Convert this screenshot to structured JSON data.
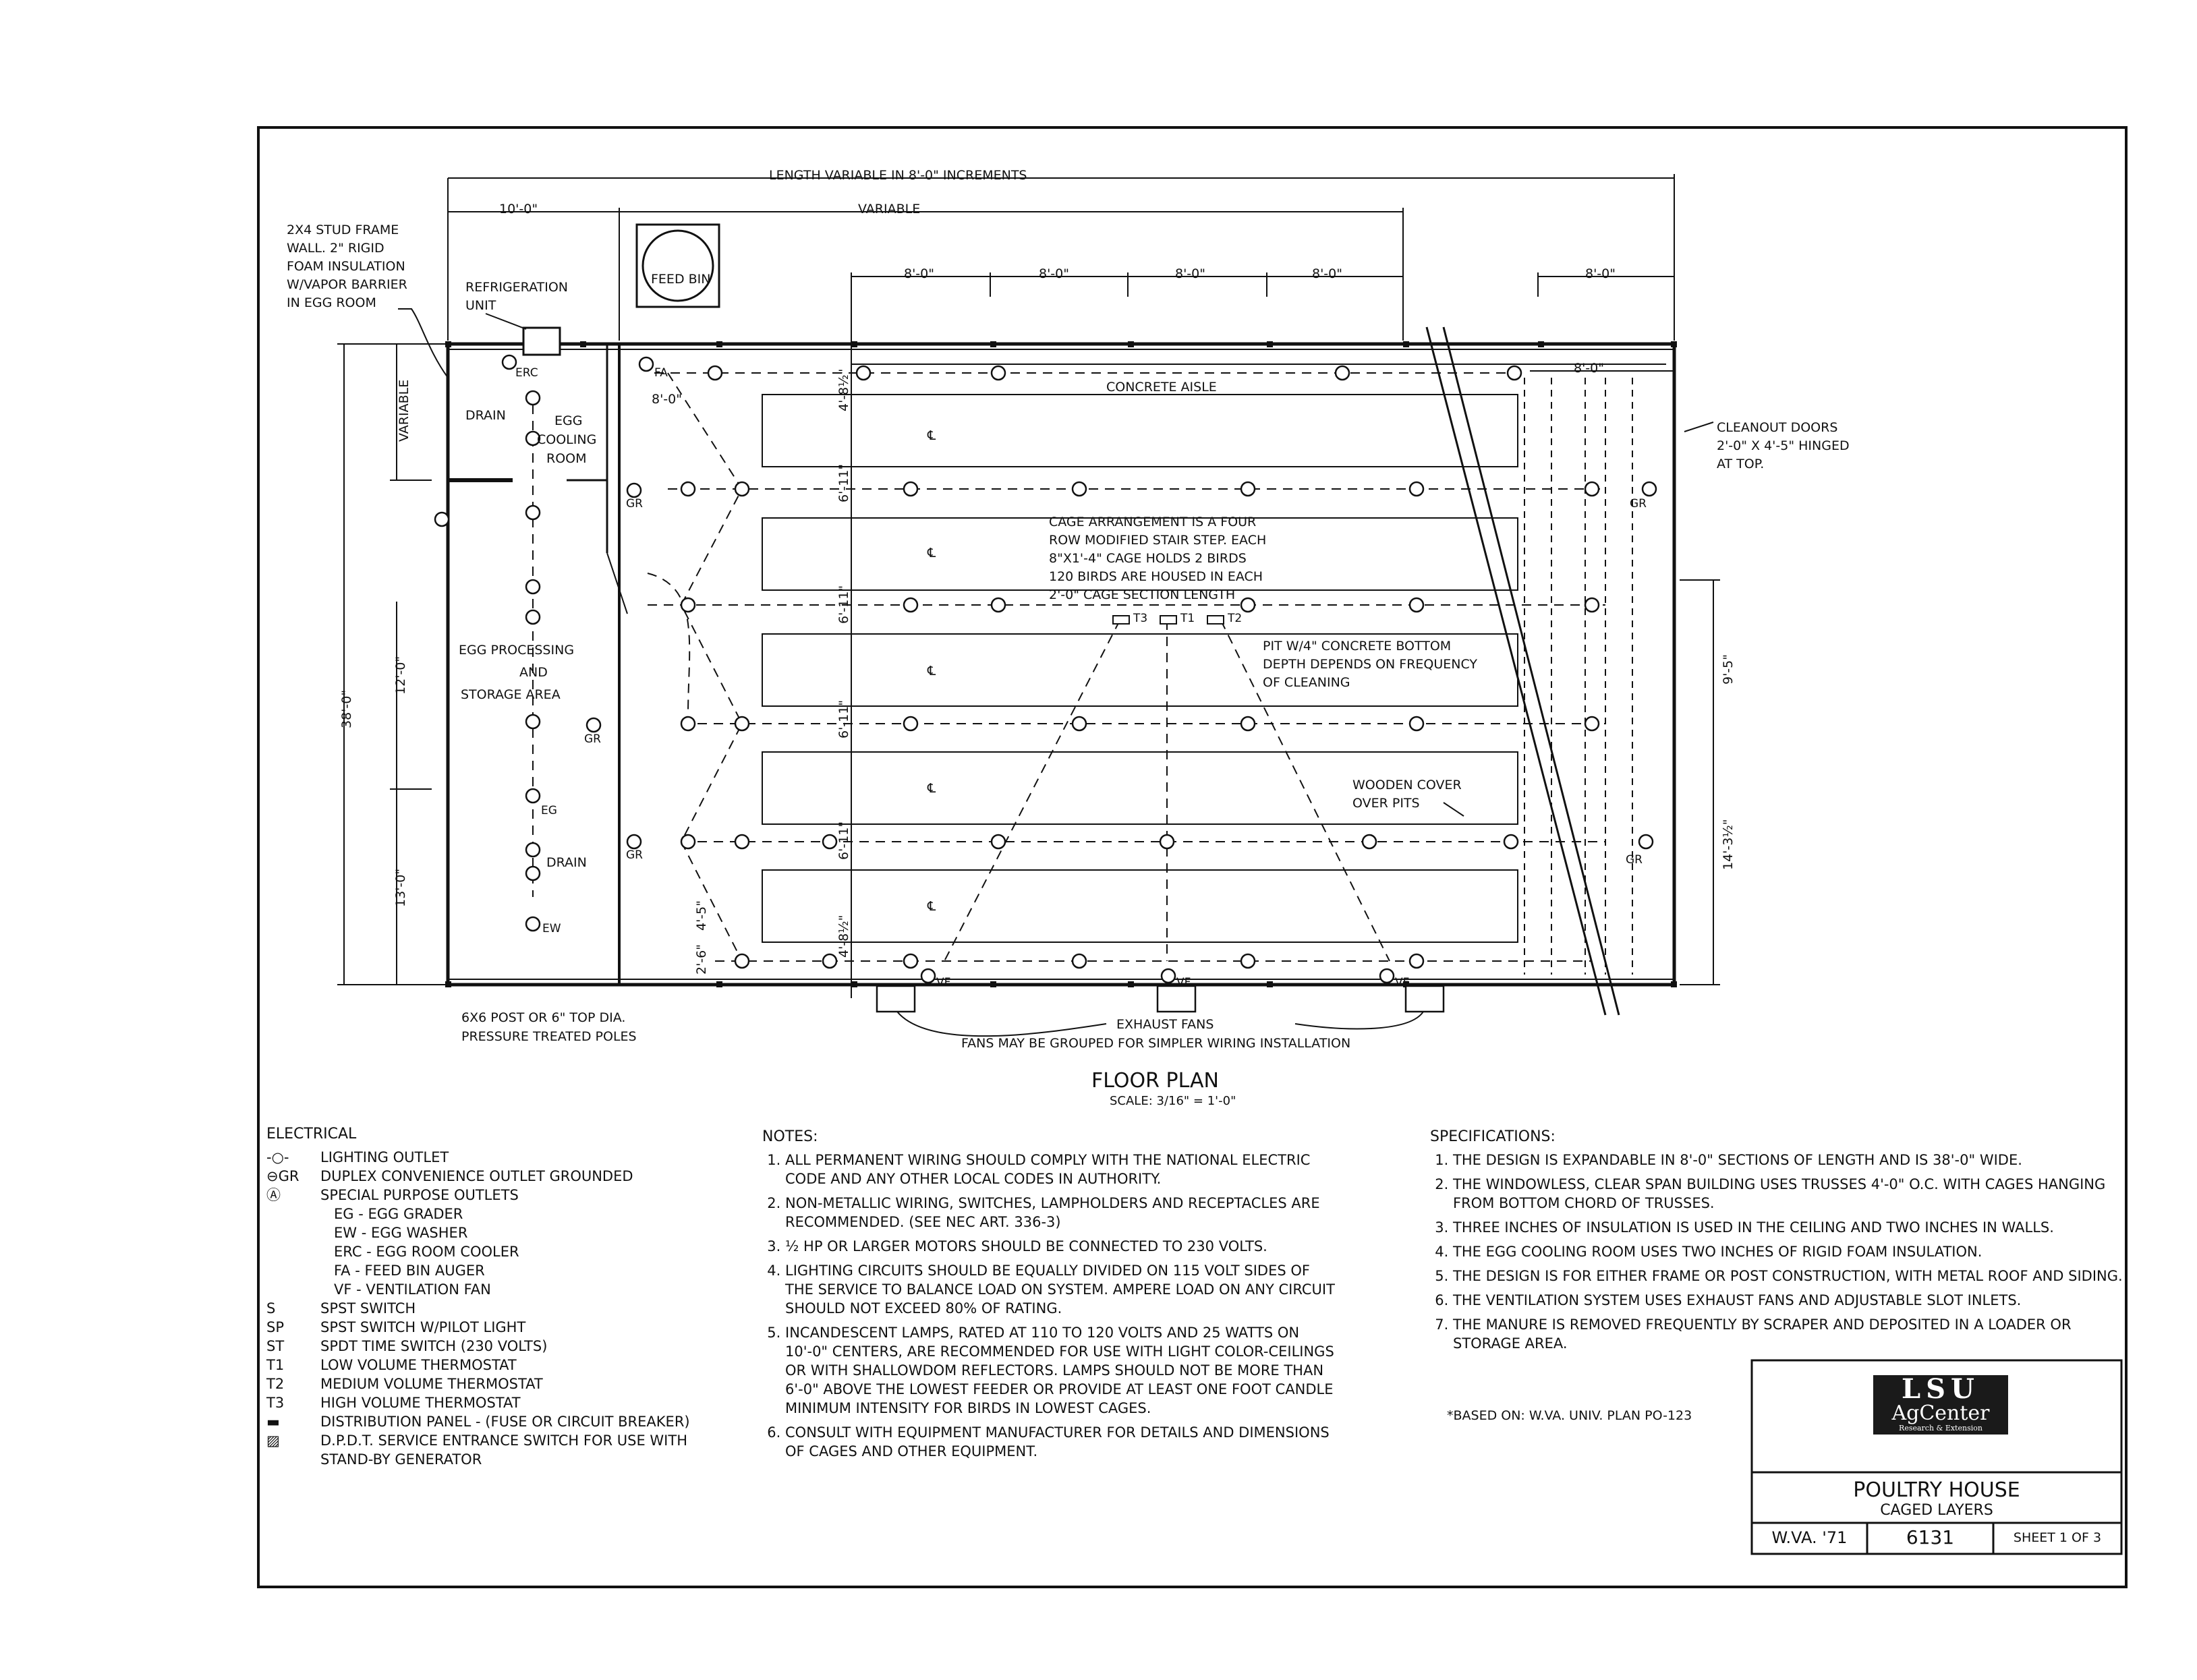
{
  "colors": {
    "ink": "#111111",
    "paper": "#ffffff"
  },
  "plan": {
    "dim_length": "LENGTH VARIABLE IN 8'-0\" INCREMENTS",
    "dim_10": "10'-0\"",
    "dim_variable": "VARIABLE",
    "dim_8": "8'-0\"",
    "dim_8b": "8'-0\"",
    "dim_variable_v": "VARIABLE",
    "dim_38": "38'-0\"",
    "dim_12": "12'-0\"",
    "dim_13": "13'-0\"",
    "dim_4_8": "4'-8½\"",
    "dim_6_11": "6'-11\"",
    "dim_4_5": "4'-5\"",
    "dim_2_6": "2'-6\"",
    "dim_9_5": "9'-5\"",
    "dim_14_3": "14'-3½\"",
    "wall_note": [
      "2x4 STUD FRAME",
      "WALL. 2\" RIGID",
      "FOAM INSULATION",
      "W/VAPOR BARRIER",
      "IN EGG ROOM"
    ],
    "refrigeration": [
      "REFRIGERATION",
      "UNIT"
    ],
    "feed_bin": "FEED BIN",
    "erc": "ERC",
    "fa": "FA",
    "drain": "DRAIN",
    "egg_cooling": [
      "EGG",
      "COOLING",
      "ROOM"
    ],
    "egg_processing": [
      "EGG PROCESSING",
      "AND",
      "STORAGE AREA"
    ],
    "gr": "GR",
    "eg": "EG",
    "ew": "EW",
    "vf": "VF",
    "cl": "℄",
    "concrete_aisle": "CONCRETE AISLE",
    "cage_note": [
      "CAGE ARRANGEMENT IS A FOUR",
      "ROW MODIFIED STAIR STEP. EACH",
      "8\"x1'-4\" CAGE HOLDS 2 BIRDS",
      "120 BIRDS ARE HOUSED IN EACH",
      "2'-0\" CAGE SECTION LENGTH"
    ],
    "t1": "T1",
    "t2": "T2",
    "t3": "T3",
    "pit_note": [
      "PIT W/4\" CONCRETE BOTTOM",
      "DEPTH DEPENDS ON FREQUENCY",
      "OF CLEANING"
    ],
    "wooden_cover": [
      "WOODEN COVER",
      "OVER PITS"
    ],
    "cleanout": [
      "CLEANOUT DOORS",
      "2'-0\" x 4'-5\" HINGED",
      "AT TOP."
    ],
    "post_note": [
      "6x6 POST OR 6\" TOP DIA.",
      "PRESSURE TREATED POLES"
    ],
    "exhaust": "EXHAUST FANS",
    "fans_grouped": "FANS MAY BE GROUPED FOR SIMPLER WIRING INSTALLATION",
    "floor_plan": "FLOOR PLAN",
    "scale": "SCALE: 3/16\" = 1'-0\""
  },
  "electrical": {
    "heading": "ELECTRICAL",
    "rows": [
      {
        "sym": "-○-",
        "text": "LIGHTING OUTLET",
        "sub": false
      },
      {
        "sym": "⊖GR",
        "text": "DUPLEX CONVENIENCE OUTLET GROUNDED",
        "sub": false
      },
      {
        "sym": "Ⓐ",
        "text": "SPECIAL PURPOSE OUTLETS",
        "sub": false
      },
      {
        "sym": "",
        "text": "EG - EGG GRADER",
        "sub": true
      },
      {
        "sym": "",
        "text": "EW - EGG WASHER",
        "sub": true
      },
      {
        "sym": "",
        "text": "ERC - EGG ROOM COOLER",
        "sub": true
      },
      {
        "sym": "",
        "text": "FA - FEED BIN AUGER",
        "sub": true
      },
      {
        "sym": "",
        "text": "VF - VENTILATION FAN",
        "sub": true
      },
      {
        "sym": "S",
        "text": "SPST SWITCH",
        "sub": false
      },
      {
        "sym": "Sp",
        "text": "SPST SWITCH W/PILOT LIGHT",
        "sub": false
      },
      {
        "sym": "ST",
        "text": "SPDT TIME SWITCH (230 VOLTS)",
        "sub": false
      },
      {
        "sym": "T1",
        "text": "LOW VOLUME THERMOSTAT",
        "sub": false
      },
      {
        "sym": "T2",
        "text": "MEDIUM VOLUME THERMOSTAT",
        "sub": false
      },
      {
        "sym": "T3",
        "text": "HIGH VOLUME THERMOSTAT",
        "sub": false
      },
      {
        "sym": "▬",
        "text": "DISTRIBUTION PANEL - (FUSE OR CIRCUIT BREAKER)",
        "sub": false
      },
      {
        "sym": "▨",
        "text": "D.P.D.T. SERVICE ENTRANCE SWITCH FOR USE WITH STAND-BY GENERATOR",
        "sub": false
      }
    ]
  },
  "notes": {
    "heading": "NOTES:",
    "items": [
      "ALL PERMANENT WIRING SHOULD COMPLY WITH THE NATIONAL ELECTRIC CODE AND ANY OTHER LOCAL CODES IN AUTHORITY.",
      "NON-METALLIC WIRING, SWITCHES, LAMPHOLDERS AND RECEPTACLES ARE RECOMMENDED. (SEE NEC ART. 336-3)",
      "½ HP OR LARGER MOTORS SHOULD BE CONNECTED TO 230 VOLTS.",
      "LIGHTING CIRCUITS SHOULD BE EQUALLY DIVIDED ON 115 VOLT SIDES OF THE SERVICE TO BALANCE LOAD ON SYSTEM. AMPERE LOAD ON ANY CIRCUIT SHOULD NOT EXCEED 80% OF RATING.",
      "INCANDESCENT LAMPS, RATED AT 110 TO 120 VOLTS AND 25 WATTS ON 10'-0\" CENTERS, ARE RECOMMENDED FOR USE WITH LIGHT COLOR-CEILINGS OR WITH SHALLOWDOM REFLECTORS. LAMPS SHOULD NOT BE MORE THAN 6'-0\" ABOVE THE LOWEST FEEDER OR PROVIDE AT LEAST ONE FOOT CANDLE MINIMUM INTENSITY FOR BIRDS IN LOWEST CAGES.",
      "CONSULT WITH EQUIPMENT MANUFACTURER FOR DETAILS AND DIMENSIONS OF CAGES AND OTHER EQUIPMENT."
    ]
  },
  "specifications": {
    "heading": "SPECIFICATIONS:",
    "items": [
      "THE DESIGN IS EXPANDABLE IN 8'-0\" SECTIONS OF LENGTH AND IS 38'-0\" WIDE.",
      "THE WINDOWLESS, CLEAR SPAN BUILDING USES TRUSSES 4'-0\" O.C. WITH CAGES HANGING FROM BOTTOM CHORD OF TRUSSES.",
      "THREE INCHES OF INSULATION IS USED IN THE CEILING AND TWO INCHES IN WALLS.",
      "THE EGG COOLING ROOM USES TWO INCHES OF RIGID FOAM INSULATION.",
      "THE DESIGN IS FOR EITHER FRAME OR POST CONSTRUCTION, WITH METAL ROOF AND SIDING.",
      "THE VENTILATION SYSTEM USES EXHAUST FANS AND ADJUSTABLE SLOT INLETS.",
      "THE MANURE IS REMOVED FREQUENTLY BY SCRAPER AND DEPOSITED IN A LOADER OR STORAGE AREA."
    ]
  },
  "based_on": "*BASED ON: W.VA. UNIV. PLAN PO-123",
  "title_block": {
    "logo_lsu": "LSU",
    "logo_ag": "AgCenter",
    "logo_ext": "Research & Extension",
    "title": "POULTRY HOUSE",
    "subtitle": "CAGED LAYERS",
    "source": "W.VA. '71",
    "plan_no": "6131",
    "sheet": "SHEET 1 OF 3"
  }
}
